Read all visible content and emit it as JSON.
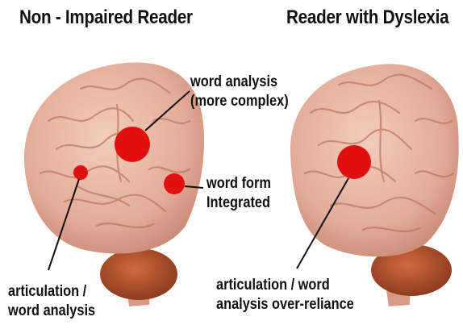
{
  "titles": {
    "left": "Non - Impaired Reader",
    "right": "Reader with Dyslexia"
  },
  "labels": {
    "word_analysis_line1": "word analysis",
    "word_analysis_line2": "(more complex)",
    "word_form_line1": "word form",
    "word_form_line2": "Integrated",
    "articulation_left_line1": "articulation /",
    "articulation_left_line2": "word analysis",
    "articulation_right_line1": "articulation / word",
    "articulation_right_line2": "analysis over-reliance"
  },
  "colors": {
    "brain": "#e8b6a2",
    "brain_shade": "#c98a76",
    "cerebellum": "#b5552f",
    "highlight": "#e01010"
  }
}
